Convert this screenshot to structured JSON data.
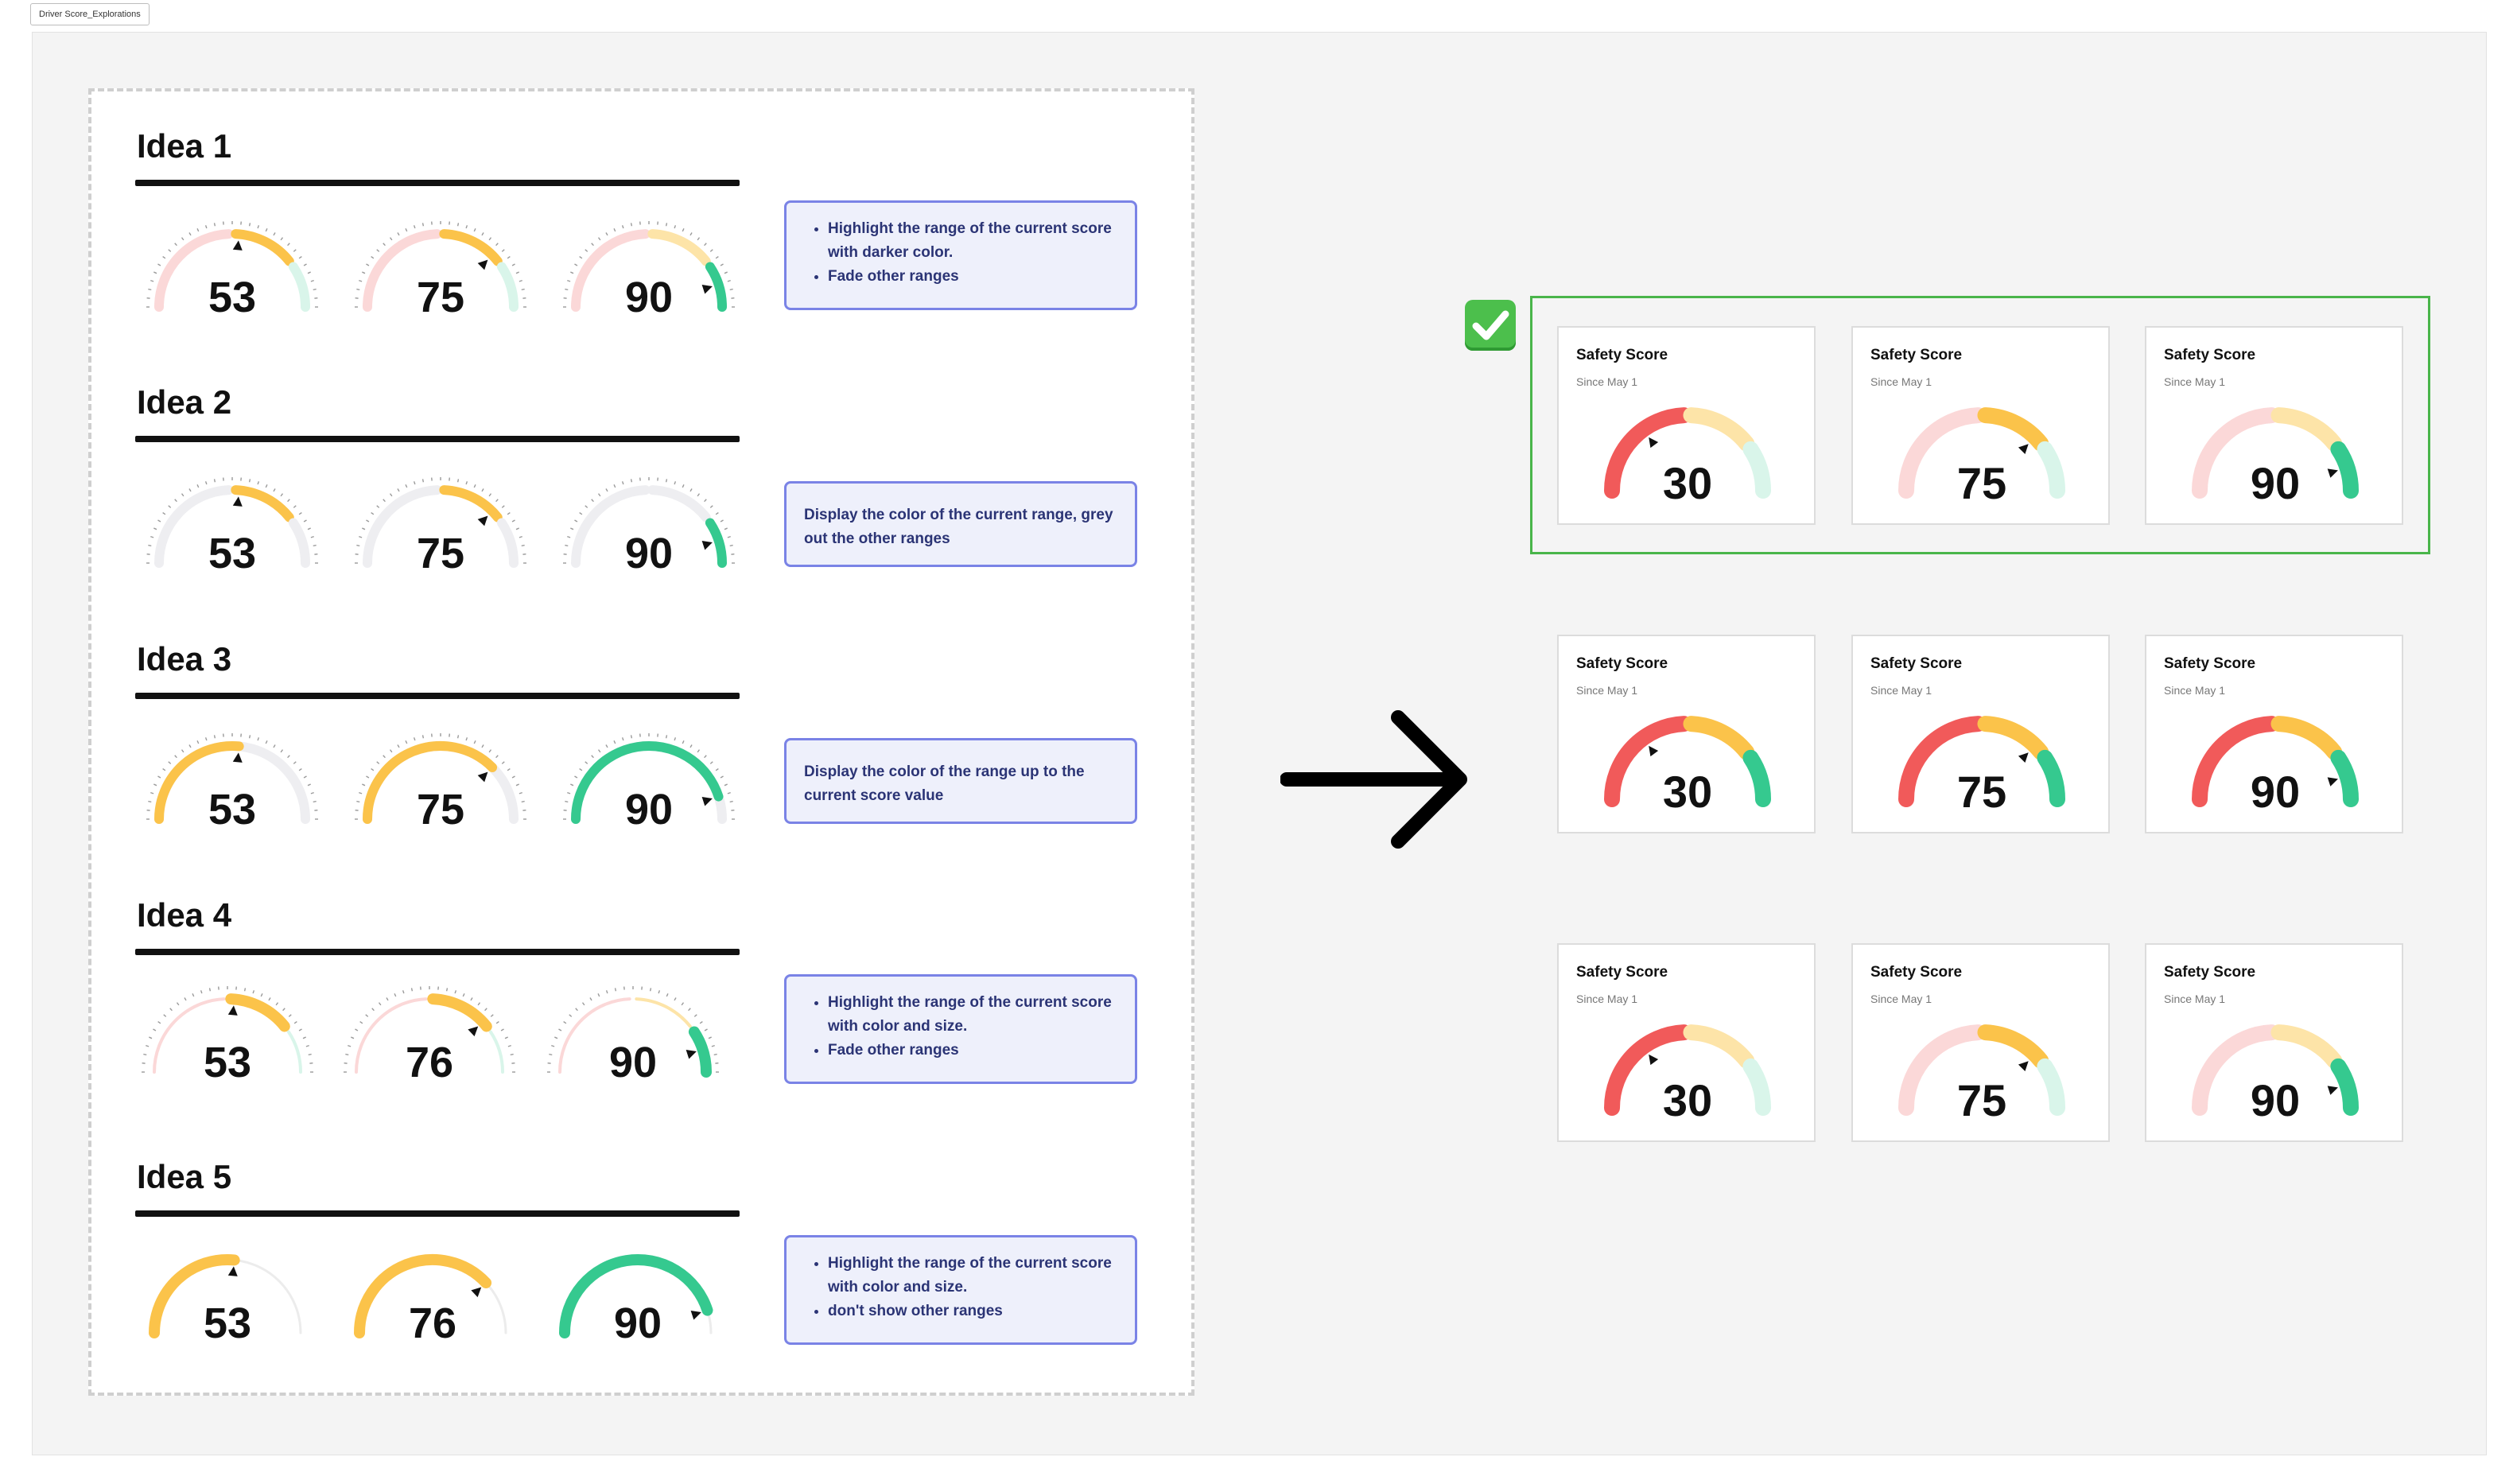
{
  "tab_label": "Driver Score_Explorations",
  "ideas": [
    {
      "title": "Idea 1",
      "notes": [
        "Highlight the range of the current score with darker color.",
        "Fade other ranges"
      ],
      "values": [
        "53",
        "75",
        "90"
      ]
    },
    {
      "title": "Idea 2",
      "note": "Display the color of the current range, grey out the other ranges",
      "values": [
        "53",
        "75",
        "90"
      ]
    },
    {
      "title": "Idea 3",
      "note": "Display the color of the range up to the current score value",
      "values": [
        "53",
        "75",
        "90"
      ]
    },
    {
      "title": "Idea 4",
      "notes": [
        "Highlight the range of the current score with color and size.",
        "Fade other ranges"
      ],
      "values": [
        "53",
        "76",
        "90"
      ]
    },
    {
      "title": "Idea 5",
      "notes": [
        "Highlight the range of the current score with color and size.",
        "don't show other ranges"
      ],
      "values": [
        "53",
        "76",
        "90"
      ]
    }
  ],
  "cards": {
    "title": "Safety Score",
    "subtitle": "Since May 1",
    "values": [
      "30",
      "75",
      "90"
    ]
  },
  "colors": {
    "red": "#f15a5a",
    "red_faded": "#fbd8d8",
    "yellow": "#fbc34a",
    "yellow_faded": "#fde4a8",
    "green": "#35c98f",
    "green_faded": "#d9f5ea",
    "grey": "#eeeef1",
    "note_border": "#7a83e6",
    "note_bg": "#eef0fb",
    "selection": "#49b54a"
  },
  "icons": {
    "check": "white-check-mark-icon",
    "arrow": "right-arrow-icon"
  }
}
